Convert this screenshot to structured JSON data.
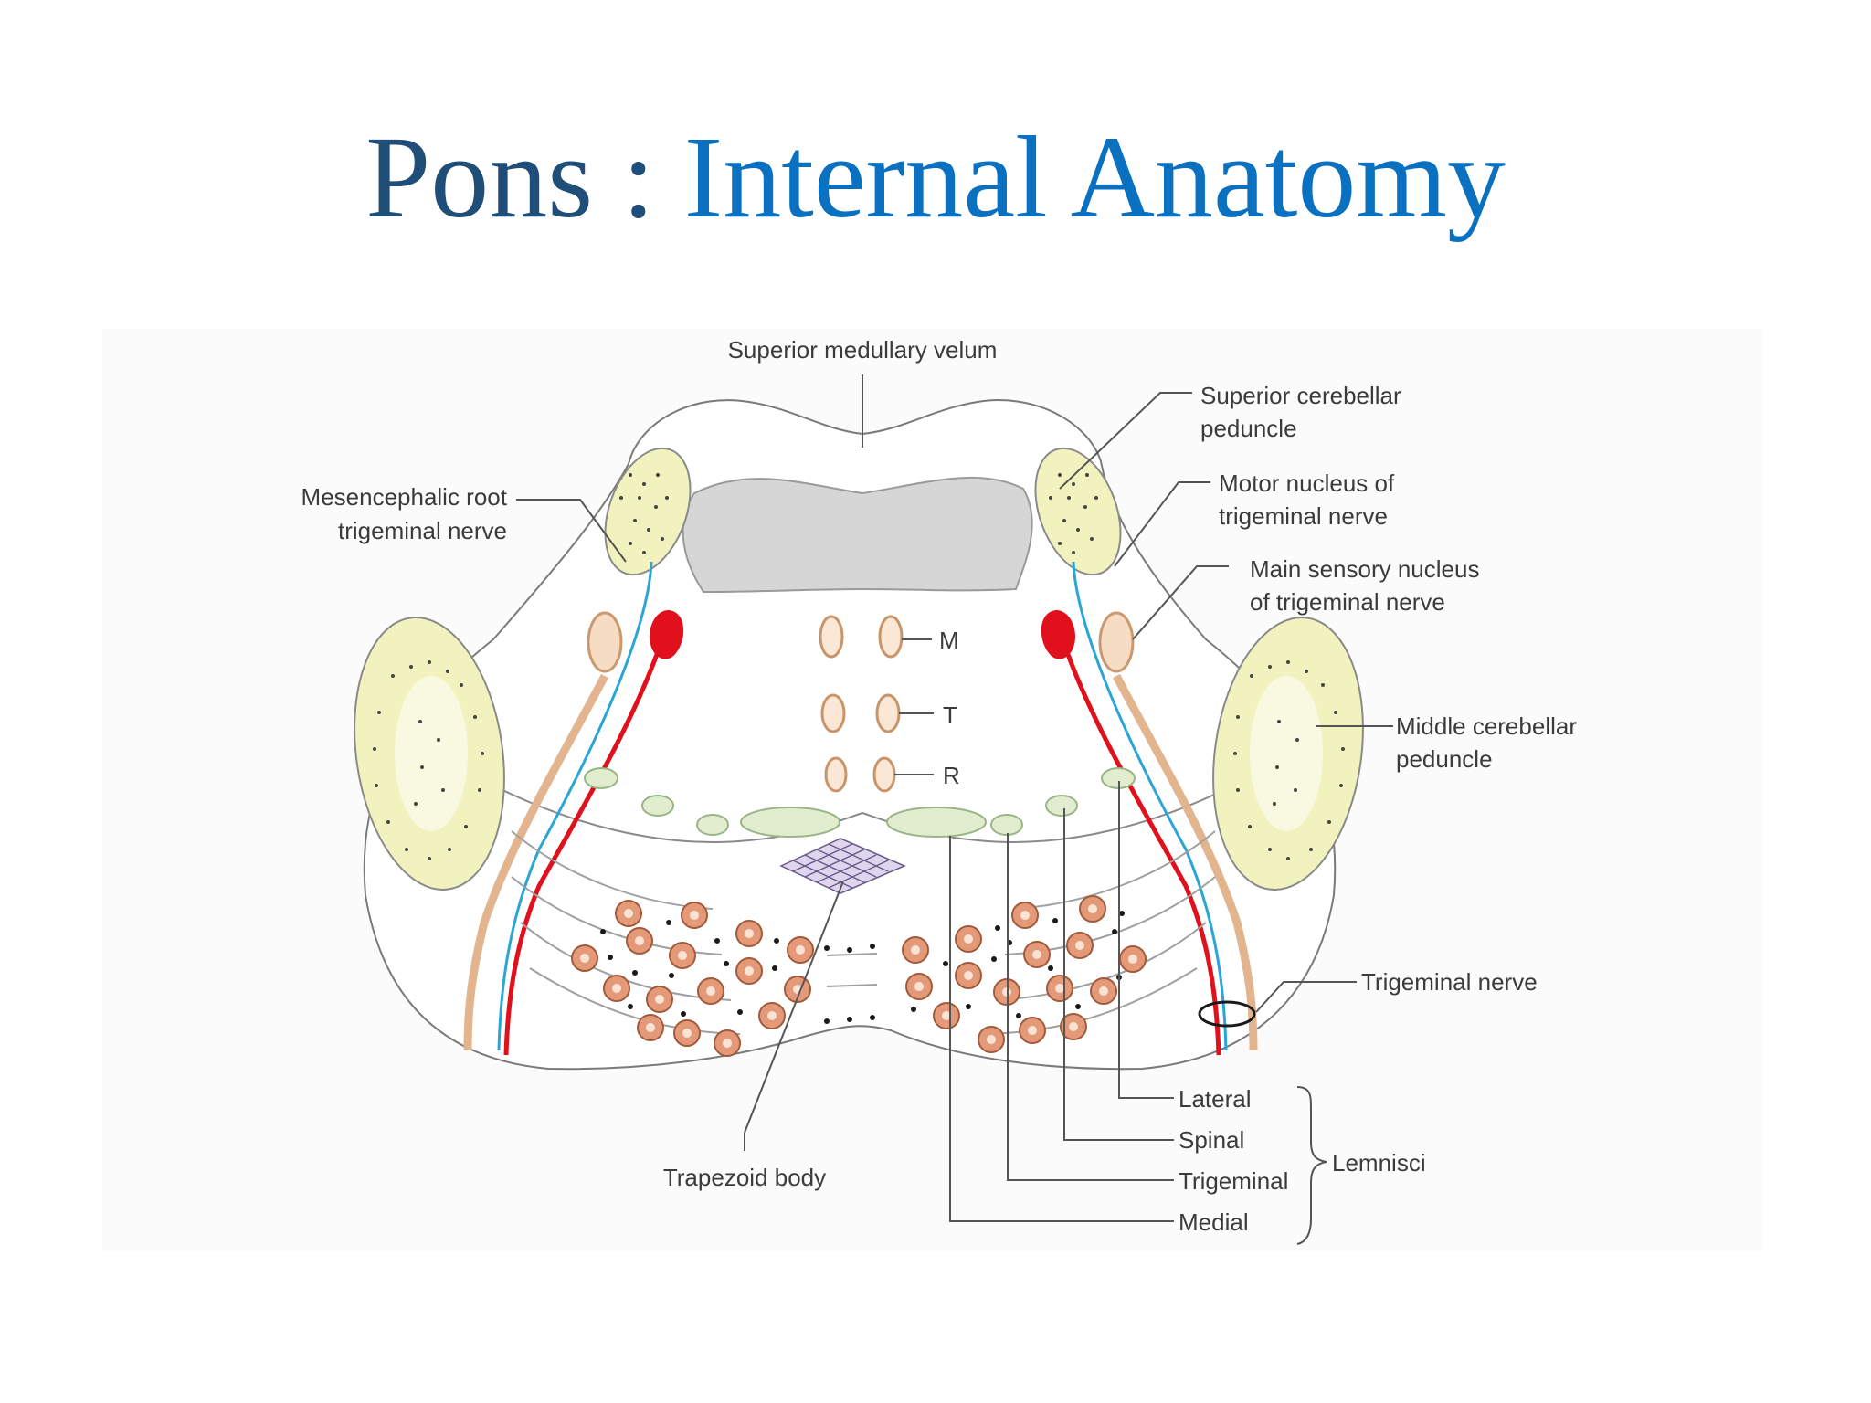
{
  "title": {
    "part1": "Pons : ",
    "part2": "Internal Anatomy"
  },
  "colors": {
    "title_dark": "#1f4e79",
    "title_blue": "#0a70c0",
    "peduncle_fill": "#f2f2bf",
    "red_nucleus": "#e0101c",
    "tan_nerve": "#e2b58e",
    "blue_nerve": "#2aa6d6",
    "pontine_nuclei": "#e49a78",
    "lemniscus_fill": "#e2edd0"
  },
  "labels": {
    "superior_medullary_velum": "Superior medullary velum",
    "superior_cerebellar_peduncle_1": "Superior cerebellar",
    "superior_cerebellar_peduncle_2": "peduncle",
    "motor_nucleus_1": "Motor nucleus of",
    "motor_nucleus_2": "trigeminal nerve",
    "main_sensory_1": "Main sensory nucleus",
    "main_sensory_2": "of trigeminal nerve",
    "mesencephalic_1": "Mesencephalic root",
    "mesencephalic_2": "trigeminal nerve",
    "middle_cerebellar_1": "Middle cerebellar",
    "middle_cerebellar_2": "peduncle",
    "trigeminal_nerve": "Trigeminal nerve",
    "trapezoid_body": "Trapezoid body",
    "m": "M",
    "t": "T",
    "r": "R",
    "lateral": "Lateral",
    "spinal": "Spinal",
    "trigeminal": "Trigeminal",
    "medial": "Medial",
    "lemnisci": "Lemnisci"
  }
}
